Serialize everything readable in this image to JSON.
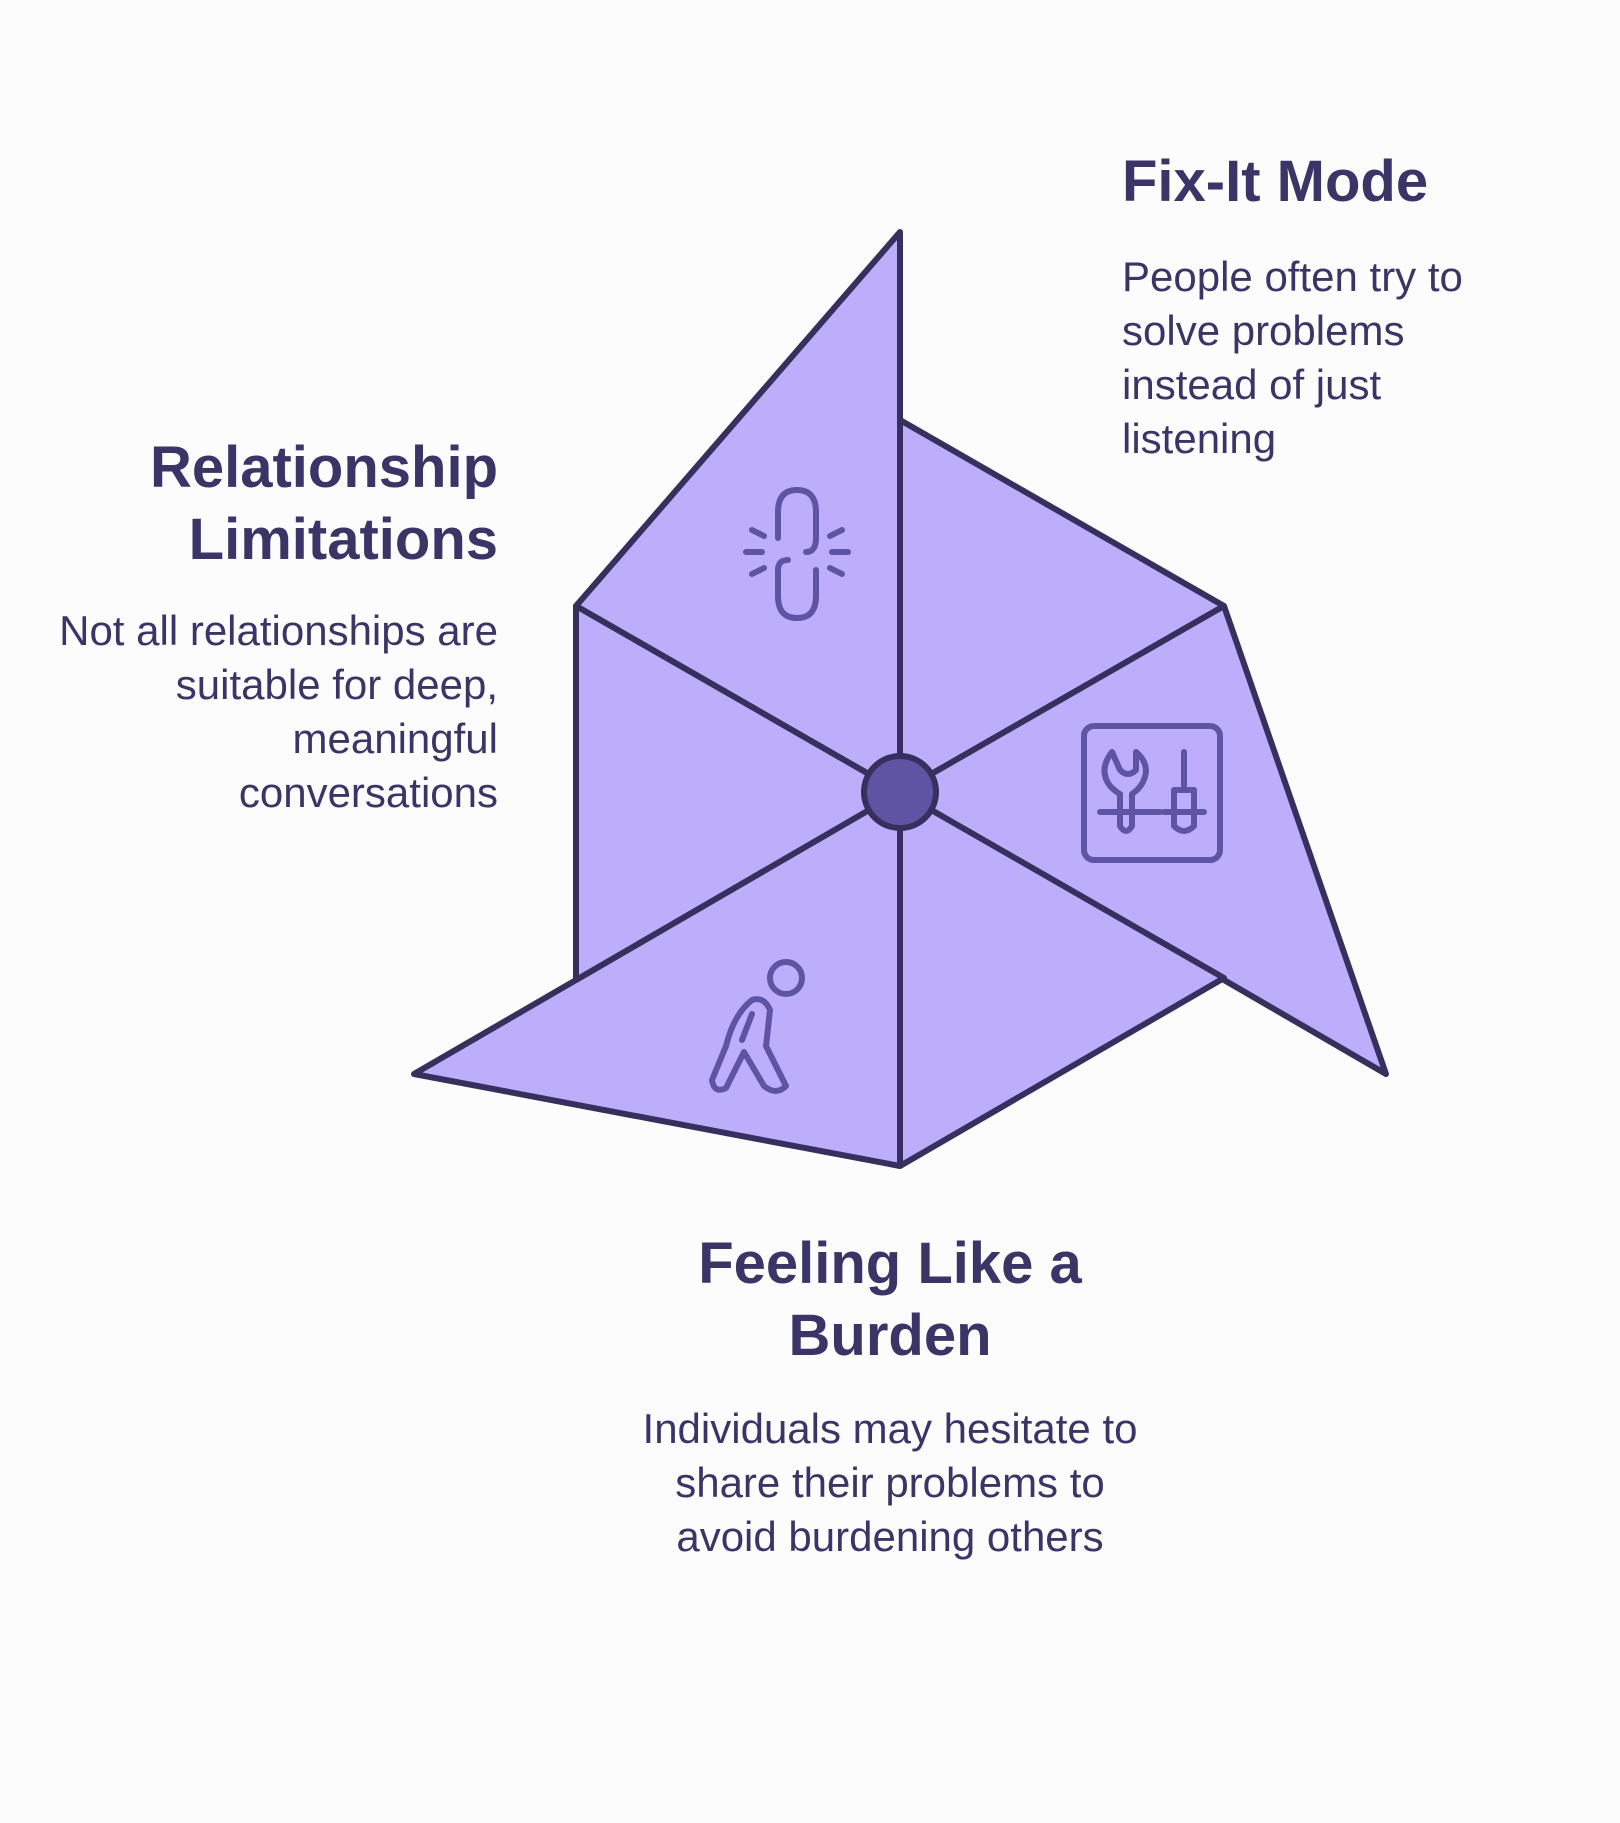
{
  "colors": {
    "fill": "#bdaefc",
    "stroke": "#37305f",
    "icon": "#5e54a3",
    "hub": "#5e54a3",
    "text": "#3a3566",
    "background": "#fdfcfd"
  },
  "segments": [
    {
      "id": "fix-it-mode",
      "title": "Fix-It Mode",
      "description": "People often try to solve problems instead of just listening",
      "icon": "tools-icon"
    },
    {
      "id": "relationship-limitations",
      "title": "Relationship Limitations",
      "description": "Not all relationships are suitable for deep, meaningful conversations",
      "icon": "broken-chain-icon"
    },
    {
      "id": "feeling-like-a-burden",
      "title": "Feeling Like a Burden",
      "description": "Individuals may hesitate to share their problems to avoid burdening others",
      "icon": "burdened-person-icon"
    }
  ]
}
